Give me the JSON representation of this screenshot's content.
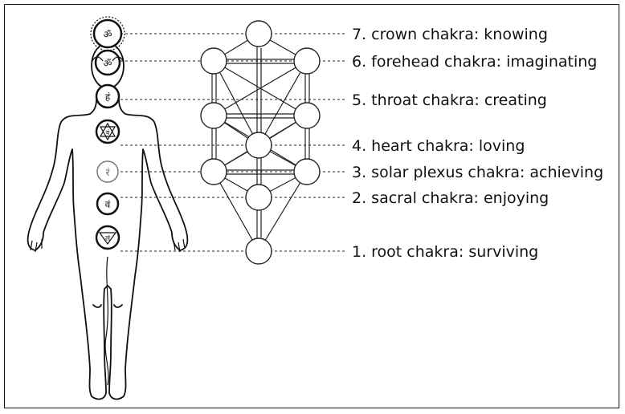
{
  "chakras": [
    {
      "label": "7. crown chakra: knowing",
      "glyph": "ॐ",
      "icon": "crown-chakra-icon"
    },
    {
      "label": "6. forehead chakra: imaginating",
      "glyph": "ॐ",
      "icon": "forehead-chakra-icon"
    },
    {
      "label": "5. throat chakra: creating",
      "glyph": "हं",
      "icon": "throat-chakra-icon"
    },
    {
      "label": "4. heart chakra: loving",
      "glyph": "यं",
      "icon": "heart-chakra-icon"
    },
    {
      "label": "3. solar plexus chakra: achieving",
      "glyph": "रं",
      "icon": "solar-plexus-chakra-icon"
    },
    {
      "label": "2. sacral chakra: enjoying",
      "glyph": "वं",
      "icon": "sacral-chakra-icon"
    },
    {
      "label": "1. root chakra: surviving",
      "glyph": "लं",
      "icon": "root-chakra-icon"
    }
  ],
  "colors": {
    "ink": "#111111",
    "background": "#ffffff"
  }
}
